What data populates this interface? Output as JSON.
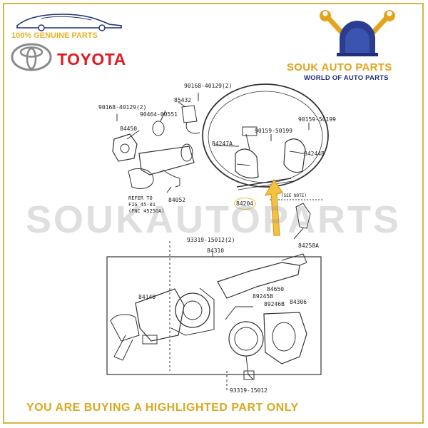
{
  "header": {
    "genuine_text": "100% GENUINE PARTS",
    "brand_text": "TOYOTA",
    "store_name": "SOUK AUTO PARTS",
    "store_tagline": "WORLD OF AUTO PARTS"
  },
  "watermark": "SOUKAUTOPARTS",
  "footer_text": "YOU ARE BUYING A HIGHLIGHTED PART ONLY",
  "diagram": {
    "labels": {
      "p90168_left": "90168-40129(2)",
      "p90168_right": "90168-40129(2)",
      "p85432": "85432",
      "p90464": "90464-00551",
      "p84450": "84450",
      "p90159_a": "90159-50199",
      "p90159_b": "90159-50199",
      "p84247a": "84247A",
      "p84244b": "84244B",
      "p84052": "84052",
      "p84204": "84204",
      "p84258a": "84258A",
      "p93319_top": "93319-15012(2)",
      "p84310": "84310",
      "p84140": "84140",
      "p84650": "84650",
      "p89245b": "89245B",
      "p89246b": "89246B",
      "p84306": "84306",
      "p93319_bottom": "93319-15012",
      "hidden_note": "(SEE NOTE)"
    },
    "refer_line1": "REFER TO",
    "refer_line2": "FIG 45-01",
    "refer_line3": "(PNC 45250A)"
  },
  "colors": {
    "gold": "#e3b52b",
    "toyota_red": "#e01b22",
    "navy": "#1f2f7a",
    "border": "#d9b443"
  },
  "highlighted_part": "84204"
}
